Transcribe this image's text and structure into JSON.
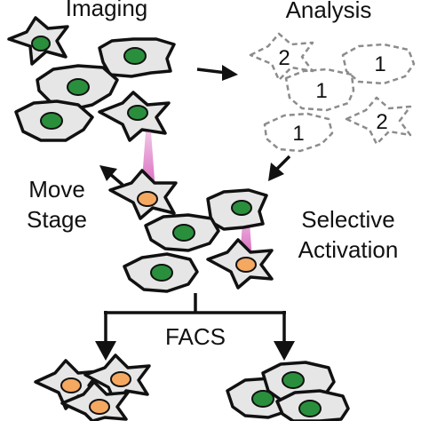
{
  "labels": {
    "imaging": "Imaging",
    "analysis": "Analysis",
    "move_line1": "Move",
    "move_line2": "Stage",
    "selective_line1": "Selective",
    "selective_line2": "Activation",
    "facs": "FACS"
  },
  "analysis_numbers": [
    "2",
    "1",
    "1",
    "1",
    "2"
  ],
  "colors": {
    "cell_fill": "#e6e6e6",
    "outline": "#111111",
    "nucleus_normal": "#2a8f3c",
    "nucleus_activated": "#f5a860",
    "laser_beam": "#d65cb8",
    "dashed_outline": "#8c8c8c"
  }
}
